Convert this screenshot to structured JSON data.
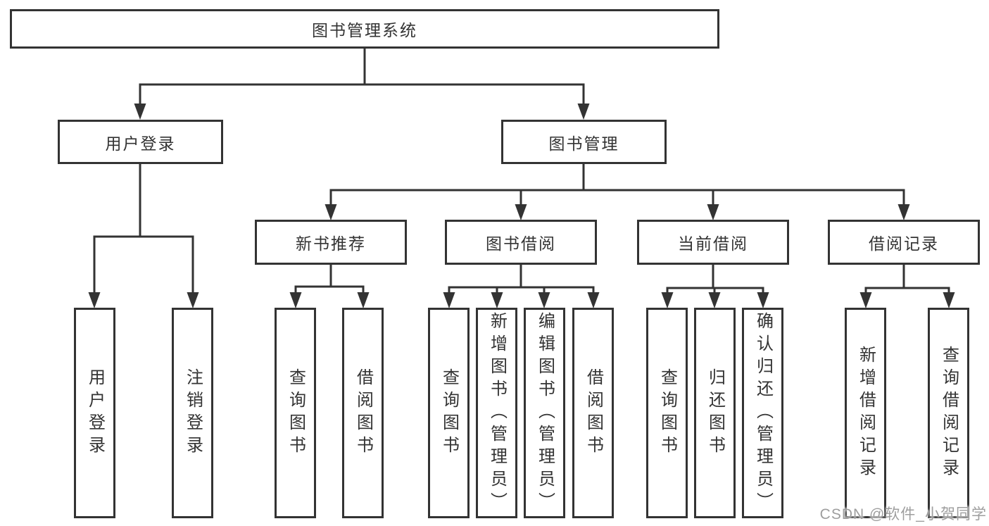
{
  "tree": {
    "label": "图书管理系统",
    "children": [
      {
        "label": "用户登录",
        "children": [
          {
            "label": "用户登录"
          },
          {
            "label": "注销登录"
          }
        ]
      },
      {
        "label": "图书管理",
        "children": [
          {
            "label": "新书推荐",
            "children": [
              {
                "label": "查询图书"
              },
              {
                "label": "借阅图书"
              }
            ]
          },
          {
            "label": "图书借阅",
            "children": [
              {
                "label": "查询图书"
              },
              {
                "label": "新增图书（管理员）"
              },
              {
                "label": "编辑图书（管理员）"
              },
              {
                "label": "借阅图书"
              }
            ]
          },
          {
            "label": "当前借阅",
            "children": [
              {
                "label": "查询图书"
              },
              {
                "label": "归还图书"
              },
              {
                "label": "确认归还（管理员）"
              }
            ]
          },
          {
            "label": "借阅记录",
            "children": [
              {
                "label": "新增借阅记录"
              },
              {
                "label": "查询借阅记录"
              }
            ]
          }
        ]
      }
    ]
  },
  "watermark": {
    "text": "CSDN @软件_小贺同学"
  },
  "colors": {
    "line": "#333333",
    "box_border": "#333333",
    "text": "#333333",
    "watermark": "#9e9e9e",
    "background": "#ffffff"
  }
}
